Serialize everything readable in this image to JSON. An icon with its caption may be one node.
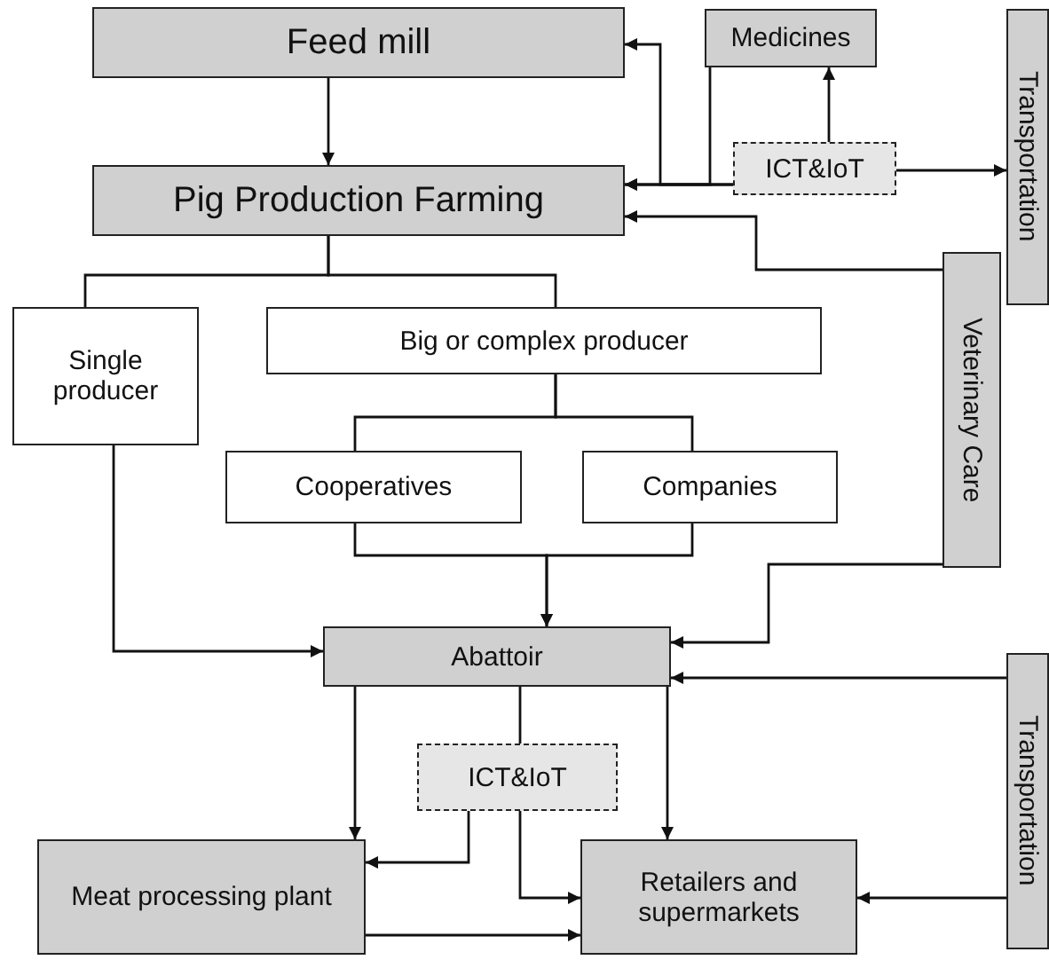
{
  "diagram": {
    "nodes": [
      {
        "text": [
          "Feed mill"
        ]
      },
      {
        "text": [
          "Medicines"
        ]
      },
      {
        "text": [
          "Transportation"
        ]
      },
      {
        "text": [
          "ICT&IoT"
        ]
      },
      {
        "text": [
          "Pig Production Farming"
        ]
      },
      {
        "text": [
          "Veterinary Care"
        ]
      },
      {
        "text": [
          "Single producer"
        ]
      },
      {
        "text": [
          "Big or complex producer"
        ]
      },
      {
        "text": [
          "Cooperatives"
        ]
      },
      {
        "text": [
          "Companies"
        ]
      },
      {
        "text": [
          "Abattoir"
        ]
      },
      {
        "text": [
          "Transportation"
        ]
      },
      {
        "text": [
          "ICT&IoT"
        ]
      },
      {
        "text": [
          "Meat processing plant"
        ]
      },
      {
        "text": [
          "Retailers and supermarkets"
        ]
      }
    ],
    "edges": [
      {
        "from": 0,
        "to": 4,
        "arrow": "to"
      },
      {
        "from": 3,
        "to": 0,
        "arrow": "to"
      },
      {
        "from": 3,
        "to": 4,
        "arrow": "to"
      },
      {
        "from": 1,
        "to": 4,
        "arrow": "to"
      },
      {
        "from": 3,
        "to": 1,
        "arrow": "to"
      },
      {
        "from": 3,
        "to": 2,
        "arrow": "to"
      },
      {
        "from": 5,
        "to": 4,
        "arrow": "to"
      },
      {
        "from": 4,
        "to": 6,
        "arrow": "none"
      },
      {
        "from": 4,
        "to": 7,
        "arrow": "none"
      },
      {
        "from": 7,
        "to": 8,
        "arrow": "none"
      },
      {
        "from": 7,
        "to": 9,
        "arrow": "none"
      },
      {
        "from": 8,
        "to": 10,
        "arrow": "to"
      },
      {
        "from": 9,
        "to": 10,
        "arrow": "to"
      },
      {
        "from": 6,
        "to": 10,
        "arrow": "to"
      },
      {
        "from": 5,
        "to": 10,
        "arrow": "to"
      },
      {
        "from": 11,
        "to": 10,
        "arrow": "to"
      },
      {
        "from": 11,
        "to": 14,
        "arrow": "to"
      },
      {
        "from": 10,
        "to": 13,
        "arrow": "to"
      },
      {
        "from": 10,
        "to": 14,
        "arrow": "to"
      },
      {
        "from": 12,
        "to": 10,
        "arrow": "to"
      },
      {
        "from": 12,
        "to": 13,
        "arrow": "to"
      },
      {
        "from": 12,
        "to": 14,
        "arrow": "to"
      },
      {
        "from": 13,
        "to": 14,
        "arrow": "to"
      }
    ]
  }
}
